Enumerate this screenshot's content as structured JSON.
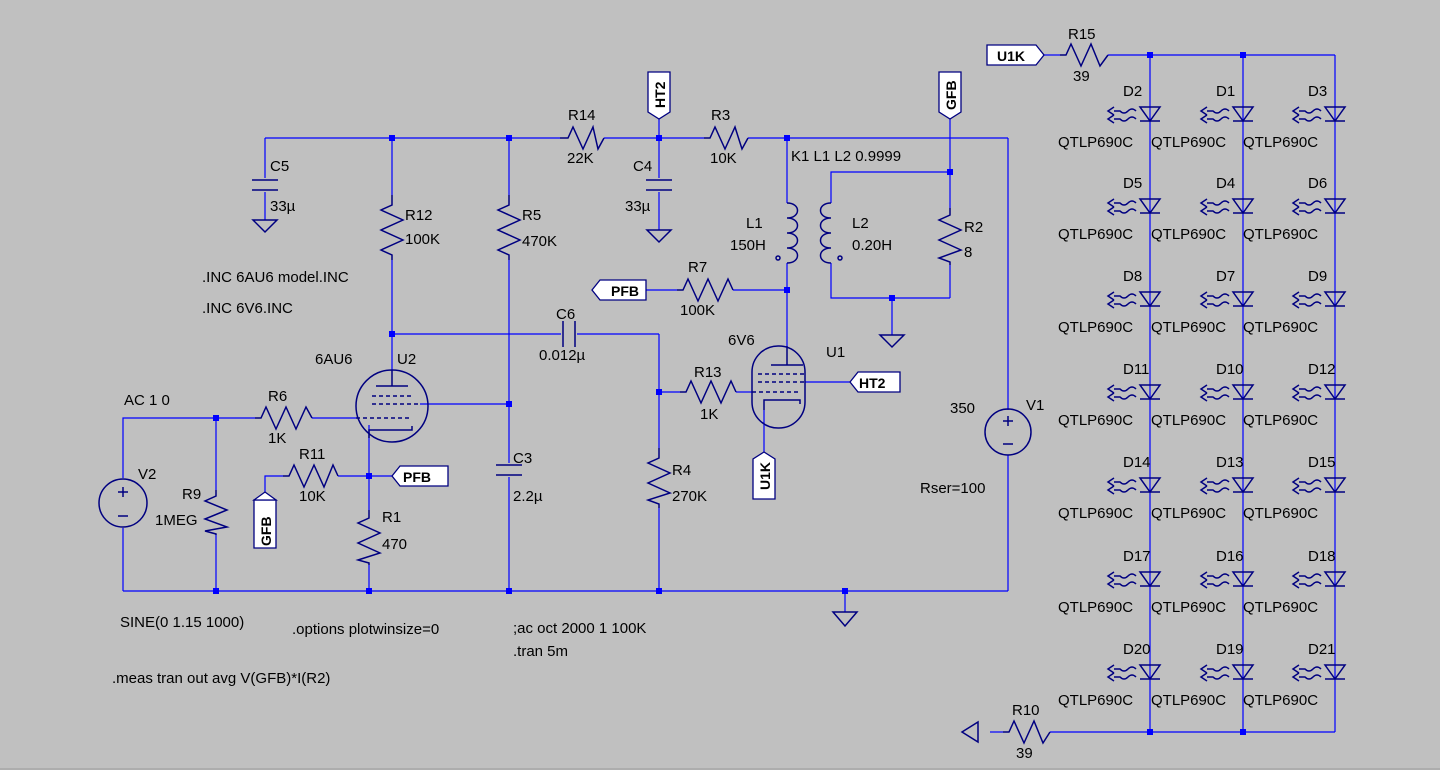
{
  "canvas": {
    "background": "#c0c0c0",
    "wire_color": "#0000ff",
    "component_color": "#000080"
  },
  "directives": {
    "inc_6au6": ".INC 6AU6 model.INC",
    "inc_6v6": ".INC 6V6.INC",
    "options": ".options plotwinsize=0",
    "ac": ";ac oct 2000 1 100K",
    "tran": ".tran 5m",
    "meas": ".meas tran out avg V(GFB)*I(R2)",
    "coupling": "K1 L1 L2 0.9999"
  },
  "sources": {
    "v2_name": "V2",
    "v2_ac": "AC 1 0",
    "v2_sine": "SINE(0 1.15 1000)",
    "v1_name": "V1",
    "v1_value": "350",
    "v1_rser": "Rser=100"
  },
  "tubes": {
    "u2_name": "U2",
    "u2_model": "6AU6",
    "u1_name": "U1",
    "u1_model": "6V6"
  },
  "resistors": {
    "r1": {
      "name": "R1",
      "value": "470"
    },
    "r2": {
      "name": "R2",
      "value": "8"
    },
    "r3": {
      "name": "R3",
      "value": "10K"
    },
    "r4": {
      "name": "R4",
      "value": "270K"
    },
    "r5": {
      "name": "R5",
      "value": "470K"
    },
    "r6": {
      "name": "R6",
      "value": "1K"
    },
    "r7": {
      "name": "R7",
      "value": "100K"
    },
    "r9": {
      "name": "R9",
      "value": "1MEG"
    },
    "r10": {
      "name": "R10",
      "value": "39"
    },
    "r11": {
      "name": "R11",
      "value": "10K"
    },
    "r12": {
      "name": "R12",
      "value": "100K"
    },
    "r13": {
      "name": "R13",
      "value": "1K"
    },
    "r14": {
      "name": "R14",
      "value": "22K"
    },
    "r15": {
      "name": "R15",
      "value": "39"
    }
  },
  "capacitors": {
    "c3": {
      "name": "C3",
      "value": "2.2µ"
    },
    "c4": {
      "name": "C4",
      "value": "33µ"
    },
    "c5": {
      "name": "C5",
      "value": "33µ"
    },
    "c6": {
      "name": "C6",
      "value": "0.012µ"
    }
  },
  "inductors": {
    "l1": {
      "name": "L1",
      "value": "150H"
    },
    "l2": {
      "name": "L2",
      "value": "0.20H"
    }
  },
  "net_labels": {
    "ht2": "HT2",
    "gfb": "GFB",
    "pfb": "PFB",
    "u1k": "U1K"
  },
  "diode_model": "QTLP690C",
  "diodes": [
    [
      "D2",
      "D1",
      "D3"
    ],
    [
      "D5",
      "D4",
      "D6"
    ],
    [
      "D8",
      "D7",
      "D9"
    ],
    [
      "D11",
      "D10",
      "D12"
    ],
    [
      "D14",
      "D13",
      "D15"
    ],
    [
      "D17",
      "D16",
      "D18"
    ],
    [
      "D20",
      "D19",
      "D21"
    ]
  ]
}
